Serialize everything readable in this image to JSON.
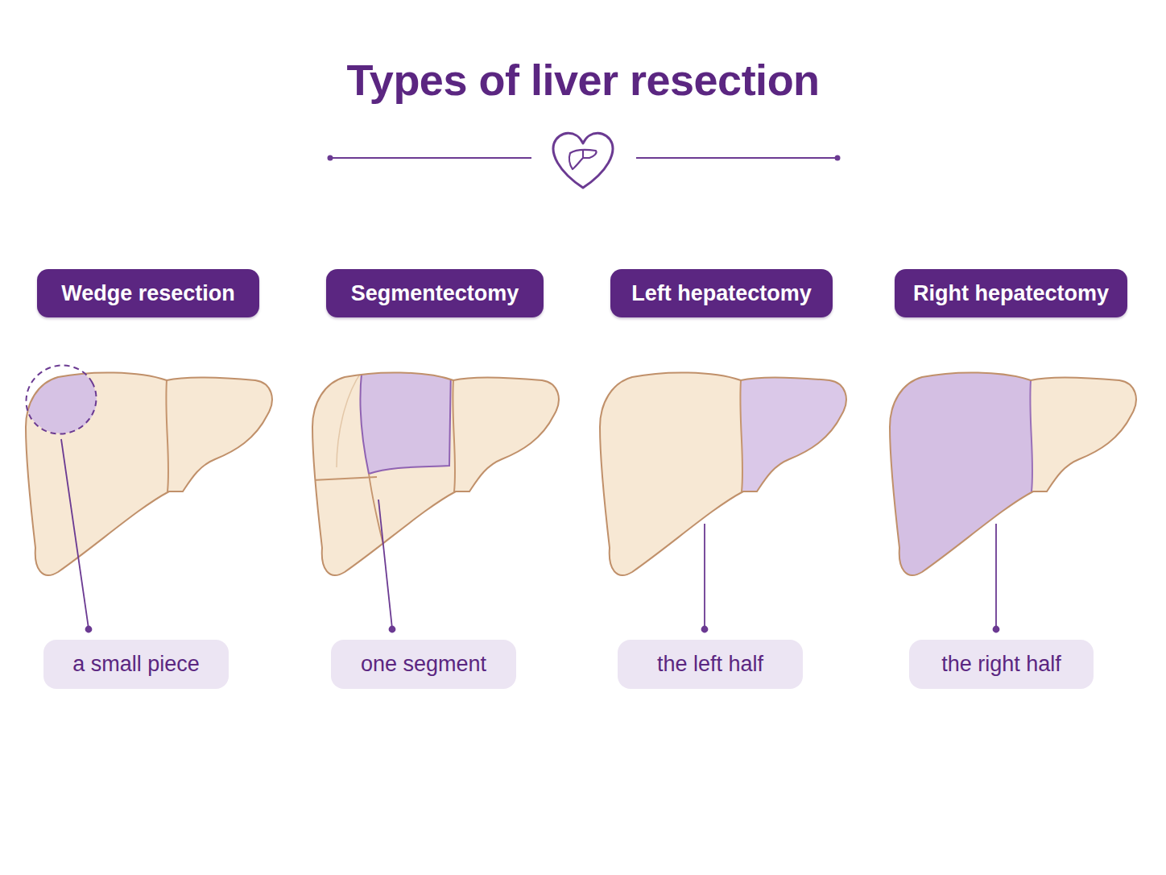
{
  "diagram": {
    "title": "Types of liver resection",
    "nodes": [
      {
        "text": [
          "Wedge resection"
        ]
      },
      {
        "text": [
          "Segmentectomy"
        ]
      },
      {
        "text": [
          "Left hepatectomy"
        ]
      },
      {
        "text": [
          "Right hepatectomy"
        ]
      },
      {
        "text": [
          "a small piece"
        ]
      },
      {
        "text": [
          "one segment"
        ]
      },
      {
        "text": [
          "the left half"
        ]
      },
      {
        "text": [
          "the right half"
        ]
      }
    ]
  }
}
